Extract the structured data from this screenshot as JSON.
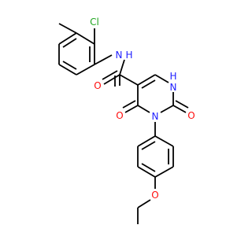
{
  "molecule": {
    "atoms": {
      "cl": "Cl",
      "nh_amide": "N",
      "h_amide": "H",
      "h_ring": "H",
      "n_ring_h": "N",
      "o_amide": "O",
      "o_c4": "O",
      "n3": "N",
      "o_c2": "O",
      "o_ether": "O"
    },
    "colors": {
      "carbon_bond": "#000000",
      "chlorine": "#1fa51f",
      "nitrogen": "#2020ff",
      "oxygen": "#ff0d0d"
    }
  }
}
